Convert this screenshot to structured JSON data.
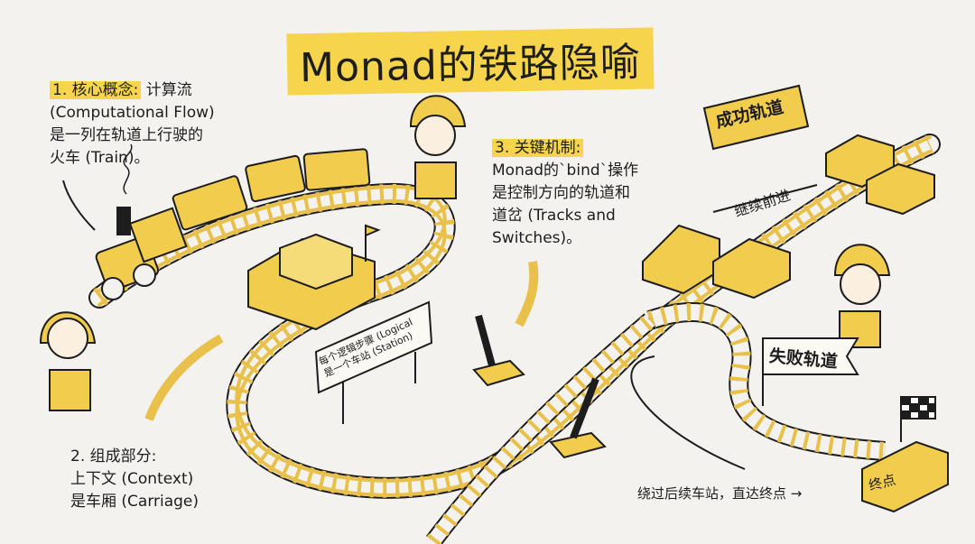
{
  "title": "Monad的铁路隐喻",
  "section1": {
    "heading": "1. 核心概念:",
    "heading_rest": "计算流",
    "lines": [
      "(Computational Flow)",
      "是一列在轨道上行驶的",
      "火车 (Train)。"
    ]
  },
  "section2": {
    "heading": "2. 组成部分:",
    "lines": [
      "上下文 (Context)",
      "是车厢 (Carriage)"
    ]
  },
  "section3": {
    "heading": "3. 关键机制:",
    "lines": [
      "Monad的`bind`操作",
      "是控制方向的轨道和",
      "道岔 (Tracks and",
      "Switches)。"
    ]
  },
  "labels": {
    "success_track": "成功轨道",
    "continue": "继续前进",
    "failure_track": "失败轨道",
    "station_sign": [
      "每个逻辑步骤 (Logical",
      "是一个车站 (Station)"
    ],
    "terminal": "终点",
    "bypass": "绕过后续车站，直达终点 →"
  },
  "colors": {
    "accent": "#f6d44c",
    "track": "#e8c04a",
    "ink": "#1d1d1d",
    "background": "#f4f2ee"
  }
}
